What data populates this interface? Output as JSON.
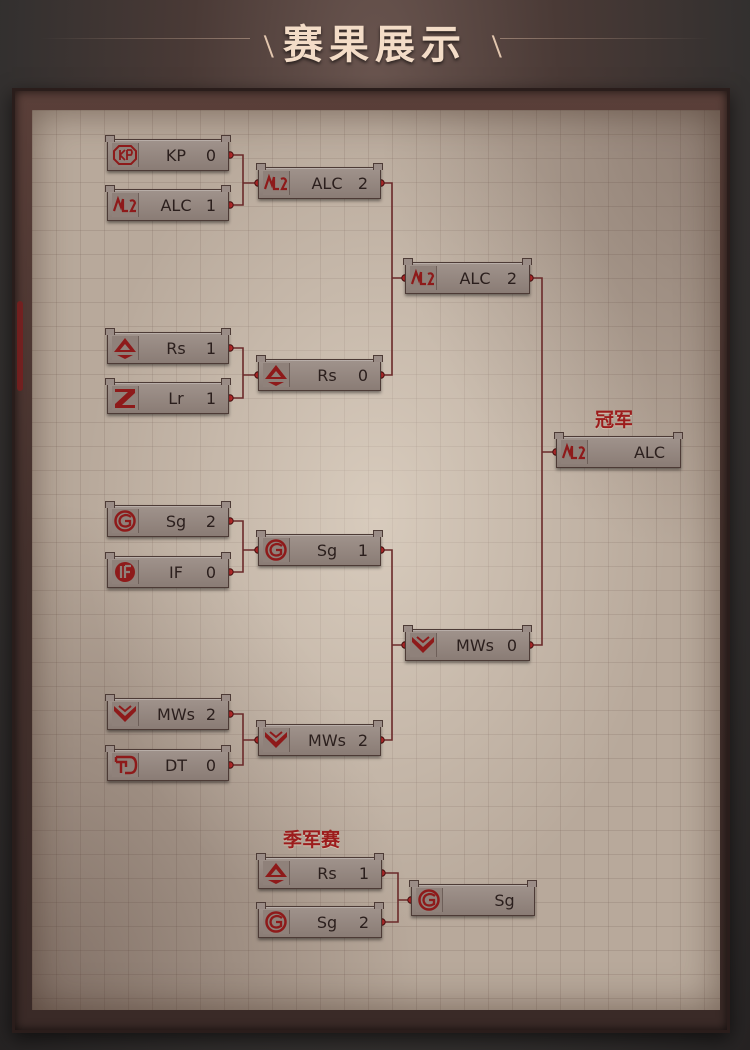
{
  "page": {
    "title": "赛果展示"
  },
  "labels": {
    "champion": "冠军",
    "third_place": "季军赛"
  },
  "colors": {
    "accent_red": "#9c1c1c",
    "line": "#6b2a2a"
  },
  "bracket": {
    "round1": [
      {
        "team": "KP",
        "score": "0",
        "logo": "kp-logo-icon"
      },
      {
        "team": "ALC",
        "score": "1",
        "logo": "alc-logo-icon"
      },
      {
        "team": "Rs",
        "score": "1",
        "logo": "rs-logo-icon"
      },
      {
        "team": "Lr",
        "score": "1",
        "logo": "lr-logo-icon"
      },
      {
        "team": "Sg",
        "score": "2",
        "logo": "sg-logo-icon"
      },
      {
        "team": "IF",
        "score": "0",
        "logo": "if-logo-icon"
      },
      {
        "team": "MWs",
        "score": "2",
        "logo": "mws-logo-icon"
      },
      {
        "team": "DT",
        "score": "0",
        "logo": "dt-logo-icon"
      }
    ],
    "round2": [
      {
        "team": "ALC",
        "score": "2",
        "logo": "alc-logo-icon"
      },
      {
        "team": "Rs",
        "score": "0",
        "logo": "rs-logo-icon"
      },
      {
        "team": "Sg",
        "score": "1",
        "logo": "sg-logo-icon"
      },
      {
        "team": "MWs",
        "score": "2",
        "logo": "mws-logo-icon"
      }
    ],
    "semifinal": [
      {
        "team": "ALC",
        "score": "2",
        "logo": "alc-logo-icon"
      },
      {
        "team": "MWs",
        "score": "0",
        "logo": "mws-logo-icon"
      }
    ],
    "champion": {
      "team": "ALC",
      "logo": "alc-logo-icon"
    },
    "third_place_match": [
      {
        "team": "Rs",
        "score": "1",
        "logo": "rs-logo-icon"
      },
      {
        "team": "Sg",
        "score": "2",
        "logo": "sg-logo-icon"
      }
    ],
    "third_place_winner": {
      "team": "Sg",
      "logo": "sg-logo-icon"
    }
  }
}
